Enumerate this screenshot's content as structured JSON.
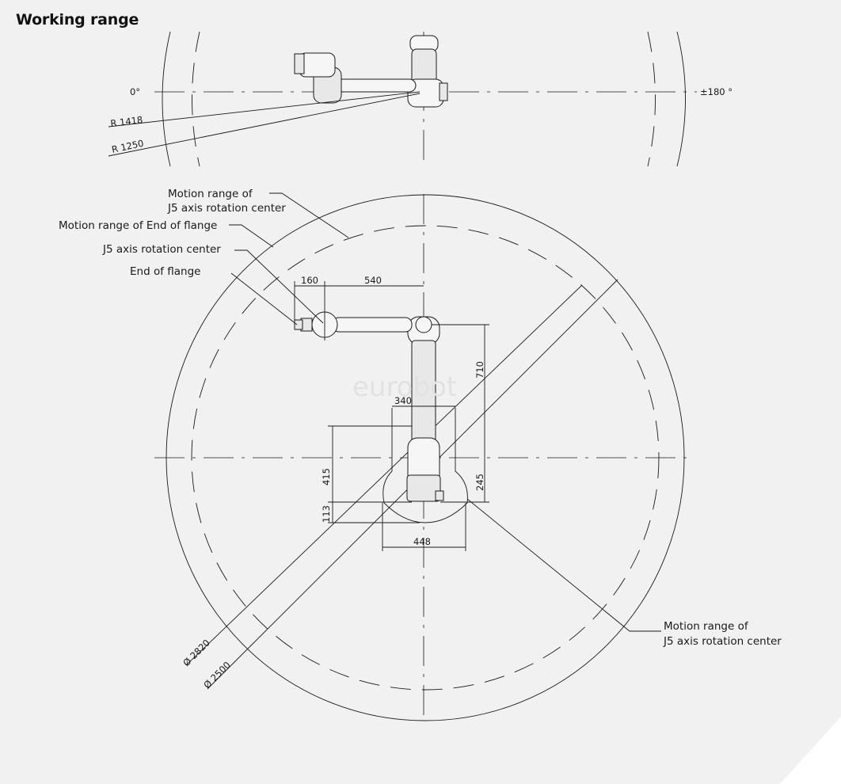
{
  "title": "Working range",
  "top_view": {
    "angle_left": "0°",
    "angle_right": "±180 °",
    "radius_outer": "R 1418",
    "radius_inner": "R 1250"
  },
  "labels": {
    "motion_j5_line1": "Motion range of",
    "motion_j5_line2": "J5 axis rotation center",
    "motion_flange": "Motion range of End of flange",
    "j5_center": "J5 axis rotation center",
    "end_flange": "End of flange",
    "motion_j5_right_line1": "Motion range of",
    "motion_j5_right_line2": "J5 axis rotation center"
  },
  "dimensions": {
    "d160": "160",
    "d540": "540",
    "d710": "710",
    "d340": "340",
    "d415": "415",
    "d245": "245",
    "d113": "113",
    "d448": "448",
    "dia2820": "Ø 2820",
    "dia2500": "Ø 2500"
  },
  "watermark": "eurobot",
  "colors": {
    "background": "#f1f1f1",
    "lines": "#1a1a1a"
  }
}
